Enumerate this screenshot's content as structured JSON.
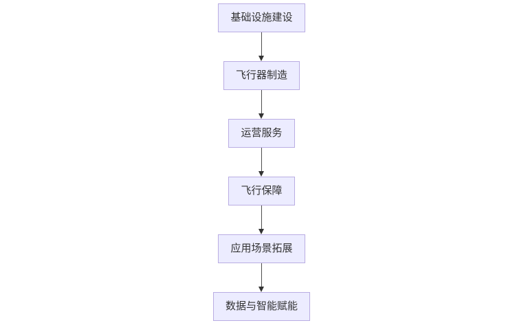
{
  "diagram": {
    "type": "flowchart",
    "direction": "top-down",
    "nodes": [
      {
        "id": "infrastructure-construction",
        "label": "基础设施建设"
      },
      {
        "id": "aircraft-manufacturing",
        "label": "飞行器制造"
      },
      {
        "id": "operation-services",
        "label": "运营服务"
      },
      {
        "id": "flight-support",
        "label": "飞行保障"
      },
      {
        "id": "application-scenario-expansion",
        "label": "应用场景拓展"
      },
      {
        "id": "data-and-intelligence-empowerment",
        "label": "数据与智能赋能"
      }
    ],
    "edges": [
      {
        "from": "基础设施建设",
        "to": "飞行器制造"
      },
      {
        "from": "飞行器制造",
        "to": "运营服务"
      },
      {
        "from": "运营服务",
        "to": "飞行保障"
      },
      {
        "from": "飞行保障",
        "to": "应用场景拓展"
      },
      {
        "from": "应用场景拓展",
        "to": "数据与智能赋能"
      }
    ],
    "colors": {
      "background": "#ffffff",
      "node_fill": "#ececff",
      "node_border": "#b9ace2",
      "edge_line": "#4d4d4d",
      "arrow_head": "#333333",
      "text": "#333333"
    }
  }
}
